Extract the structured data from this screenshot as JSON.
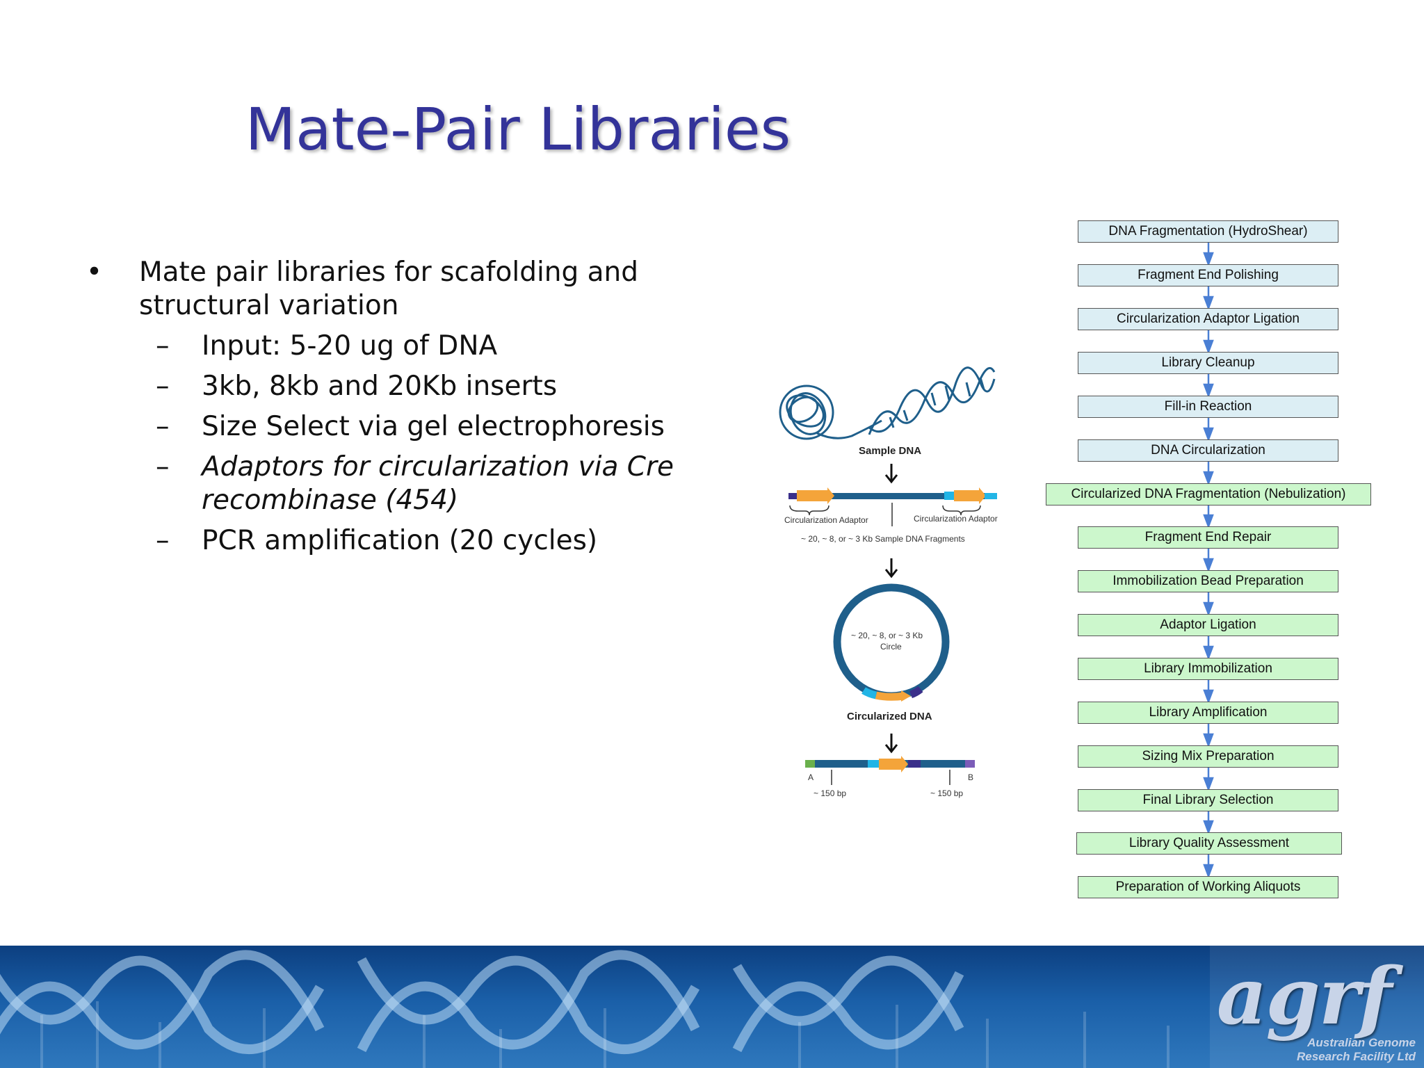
{
  "title": "Mate-Pair Libraries",
  "bullets": {
    "main": "Mate pair libraries for scafolding and structural variation",
    "subs": [
      "Input: 5-20 ug of DNA",
      "3kb, 8kb and 20Kb inserts",
      "Size Select via gel electrophoresis",
      "Adaptors for circularization via Cre recombinase (454)",
      "PCR amplification (20 cycles)"
    ],
    "bullet_glyph": "•",
    "dash_glyph": "–"
  },
  "diagram": {
    "sample_dna": "Sample DNA",
    "adaptor_left": "Circularization Adaptor",
    "adaptor_right": "Circularization Adaptor",
    "fragments": "~ 20, ~ 8, or ~ 3 Kb Sample DNA Fragments",
    "circle_line1": "~ 20, ~ 8, or ~ 3 Kb",
    "circle_line2": "Circle",
    "circularized": "Circularized DNA",
    "label_a": "A",
    "label_b": "B",
    "bp_left": "~ 150 bp",
    "bp_right": "~ 150 bp",
    "colors": {
      "dna": "#1f5f8b",
      "adaptor_orange": "#f4a43a",
      "adaptor_cyan": "#22b5e6",
      "dark_purple": "#3a2f8a",
      "green": "#6ab04c"
    }
  },
  "flowchart": {
    "steps": [
      {
        "label": "DNA Fragmentation (HydroShear)",
        "color": "blue"
      },
      {
        "label": "Fragment End Polishing",
        "color": "blue"
      },
      {
        "label": "Circularization Adaptor Ligation",
        "color": "blue"
      },
      {
        "label": "Library Cleanup",
        "color": "blue"
      },
      {
        "label": "Fill-in Reaction",
        "color": "blue"
      },
      {
        "label": "DNA Circularization",
        "color": "blue"
      },
      {
        "label": "Circularized DNA Fragmentation (Nebulization)",
        "color": "green"
      },
      {
        "label": "Fragment End Repair",
        "color": "green"
      },
      {
        "label": "Immobilization Bead Preparation",
        "color": "green"
      },
      {
        "label": "Adaptor Ligation",
        "color": "green"
      },
      {
        "label": "Library Immobilization",
        "color": "green"
      },
      {
        "label": "Library Amplification",
        "color": "green"
      },
      {
        "label": "Sizing Mix Preparation",
        "color": "green"
      },
      {
        "label": "Final Library Selection",
        "color": "green"
      },
      {
        "label": "Library Quality Assessment",
        "color": "green"
      },
      {
        "label": "Preparation of Working Aliquots",
        "color": "green"
      }
    ],
    "colors": {
      "blue": "#dceef4",
      "green": "#ccf7cc",
      "arrow": "#4a7fd4"
    }
  },
  "footer": {
    "logo": "agrf",
    "org_line1": "Australian Genome",
    "org_line2": "Research Facility Ltd"
  }
}
